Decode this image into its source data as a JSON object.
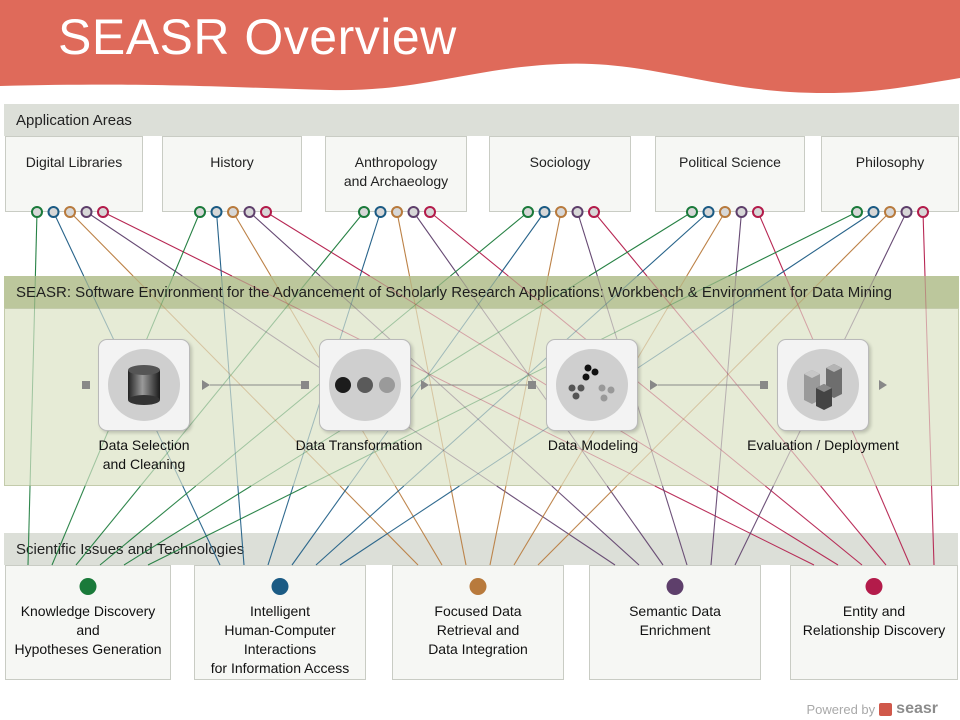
{
  "title": "SEASR Overview",
  "application_areas": {
    "heading": "Application Areas",
    "items": [
      "Digital Libraries",
      "History",
      "Anthropology\nand Archaeology",
      "Sociology",
      "Political Science",
      "Philosophy"
    ]
  },
  "seasr": {
    "heading": "SEASR: Software Environment for the Advancement of Scholarly Research Applications: Workbench & Environment for Data Mining",
    "stages": [
      "Data Selection\nand Cleaning",
      "Data Transformation",
      "Data Modeling",
      "Evaluation / Deployment"
    ],
    "stage_icons": [
      "database-icon",
      "dots-icon",
      "cluster-icon",
      "bars-3d-icon"
    ]
  },
  "issues": {
    "heading": "Scientific Issues and Technologies",
    "items": [
      {
        "label": "Knowledge Discovery\nand\nHypotheses Generation",
        "color": "#1a7a3a"
      },
      {
        "label": "Intelligent\nHuman-Computer\nInteractions\nfor Information Access",
        "color": "#1b5b84"
      },
      {
        "label": "Focused Data\nRetrieval and\nData Integration",
        "color": "#b87a3c"
      },
      {
        "label": "Semantic Data\nEnrichment",
        "color": "#5e3f6b"
      },
      {
        "label": "Entity and\nRelationship Discovery",
        "color": "#b31b4a"
      }
    ]
  },
  "footer": {
    "powered_by": "Powered by",
    "brand": "seasr"
  },
  "colors": {
    "header": "#df6a5a",
    "seasr_bar": "#bcc79c",
    "panel": "#e6ebd6"
  }
}
